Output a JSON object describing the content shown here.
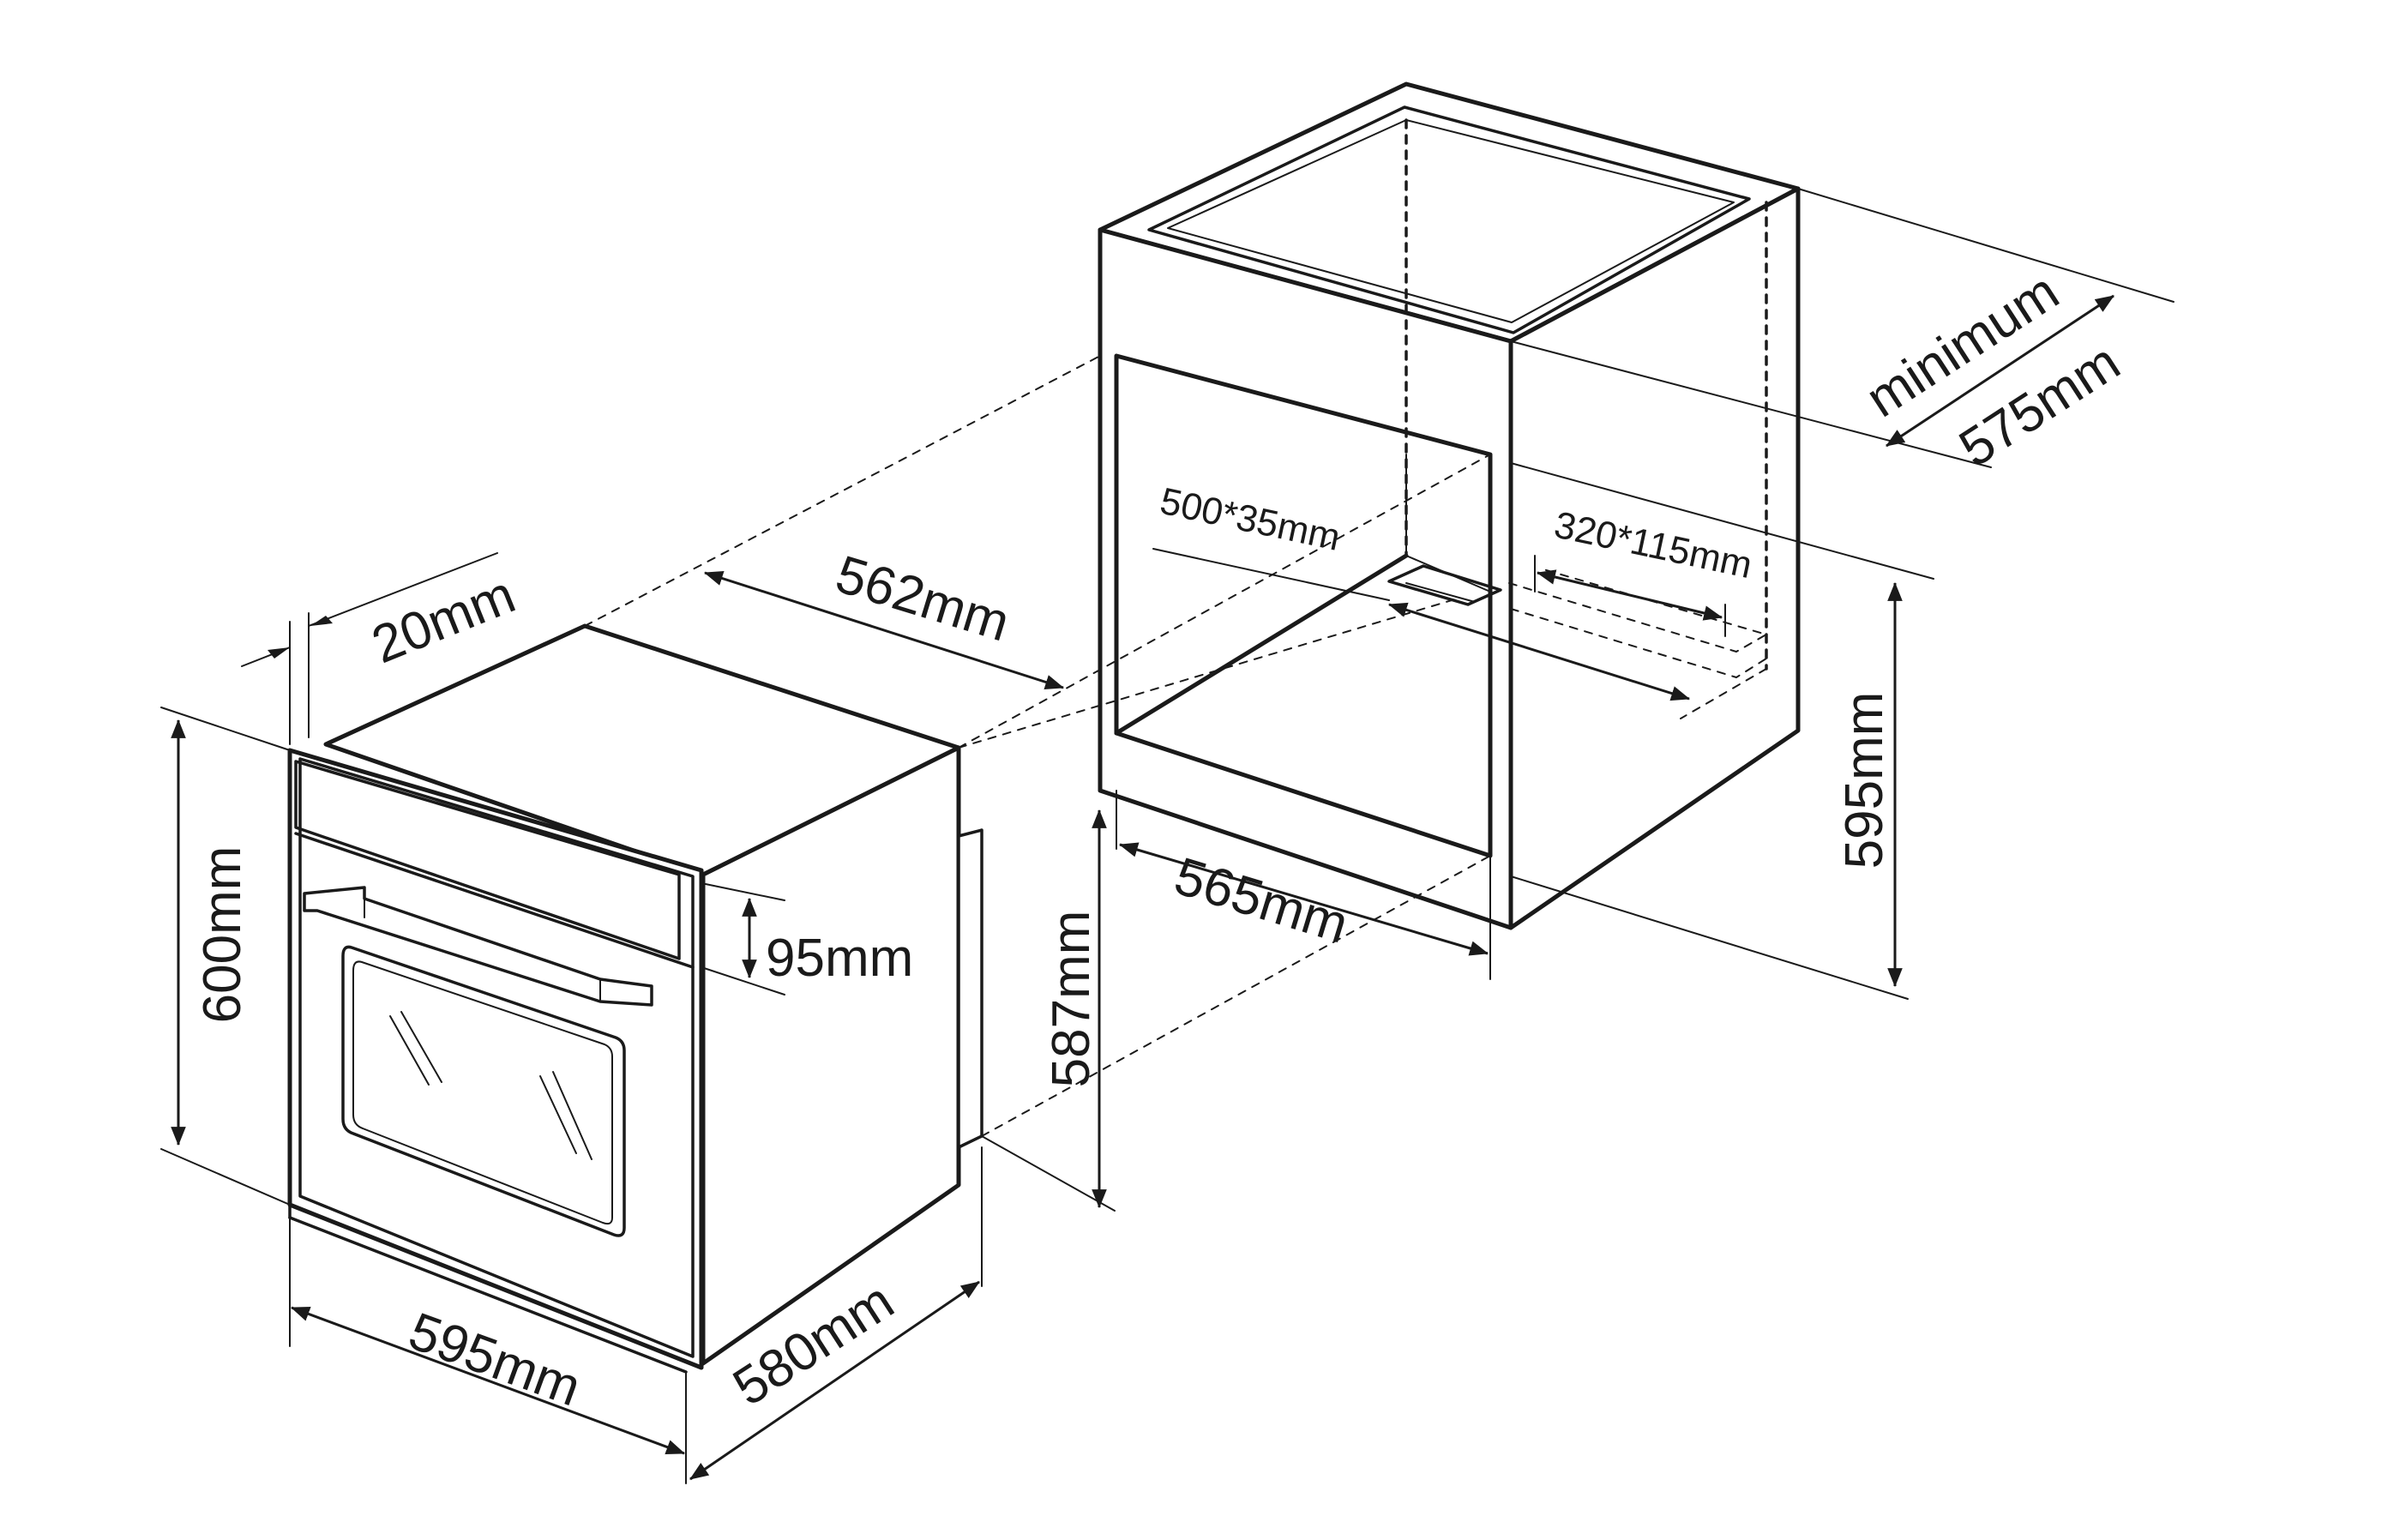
{
  "oven": {
    "width": "595mm",
    "height": "600mm",
    "depth": "580mm",
    "front_panel": "20mm",
    "body_depth": "562mm",
    "control_panel": "95mm"
  },
  "cabinet": {
    "minimum_label": "minimum",
    "depth": "575mm",
    "height": "595mm",
    "niche_height": "587mm",
    "niche_width": "565mm",
    "vent_front": "500*35mm",
    "vent_rear": "320*115mm"
  }
}
